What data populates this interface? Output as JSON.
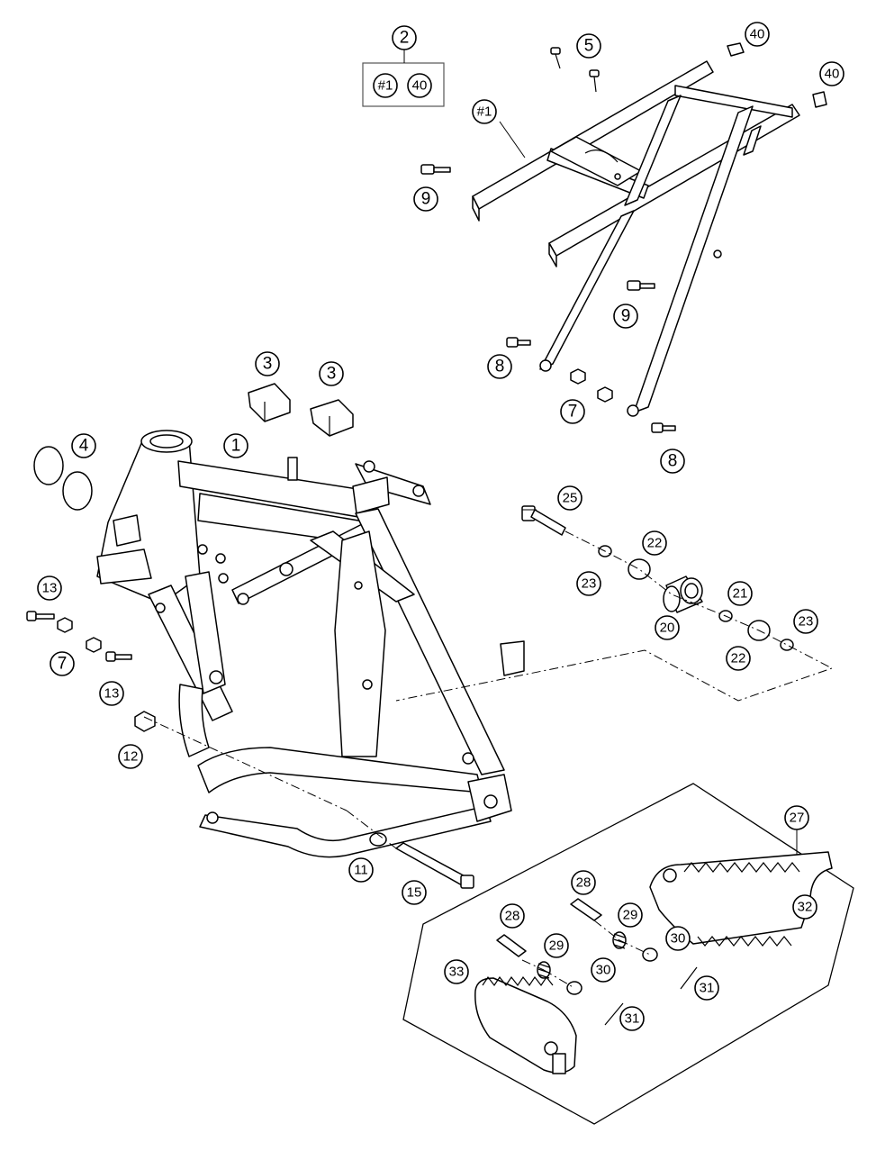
{
  "callouts": [
    {
      "id": "c2",
      "label": "2"
    },
    {
      "id": "c5",
      "label": "5"
    },
    {
      "id": "c40a",
      "label": "40"
    },
    {
      "id": "c40b",
      "label": "40"
    },
    {
      "id": "c40k",
      "label": "40"
    },
    {
      "id": "c1k",
      "label": "#1"
    },
    {
      "id": "c1s",
      "label": "#1"
    },
    {
      "id": "c9a",
      "label": "9"
    },
    {
      "id": "c9b",
      "label": "9"
    },
    {
      "id": "c8a",
      "label": "8"
    },
    {
      "id": "c8b",
      "label": "8"
    },
    {
      "id": "c7a",
      "label": "7"
    },
    {
      "id": "c7b",
      "label": "7"
    },
    {
      "id": "c3a",
      "label": "3"
    },
    {
      "id": "c3b",
      "label": "3"
    },
    {
      "id": "c4",
      "label": "4"
    },
    {
      "id": "c1",
      "label": "1"
    },
    {
      "id": "c13a",
      "label": "13"
    },
    {
      "id": "c13b",
      "label": "13"
    },
    {
      "id": "c12",
      "label": "12"
    },
    {
      "id": "c25",
      "label": "25"
    },
    {
      "id": "c22a",
      "label": "22"
    },
    {
      "id": "c22b",
      "label": "22"
    },
    {
      "id": "c23a",
      "label": "23"
    },
    {
      "id": "c23b",
      "label": "23"
    },
    {
      "id": "c21",
      "label": "21"
    },
    {
      "id": "c20",
      "label": "20"
    },
    {
      "id": "c11",
      "label": "11"
    },
    {
      "id": "c15",
      "label": "15"
    },
    {
      "id": "c27",
      "label": "27"
    },
    {
      "id": "c28a",
      "label": "28"
    },
    {
      "id": "c28b",
      "label": "28"
    },
    {
      "id": "c29a",
      "label": "29"
    },
    {
      "id": "c29b",
      "label": "29"
    },
    {
      "id": "c30a",
      "label": "30"
    },
    {
      "id": "c30b",
      "label": "30"
    },
    {
      "id": "c31a",
      "label": "31"
    },
    {
      "id": "c31b",
      "label": "31"
    },
    {
      "id": "c32",
      "label": "32"
    },
    {
      "id": "c33",
      "label": "33"
    }
  ]
}
